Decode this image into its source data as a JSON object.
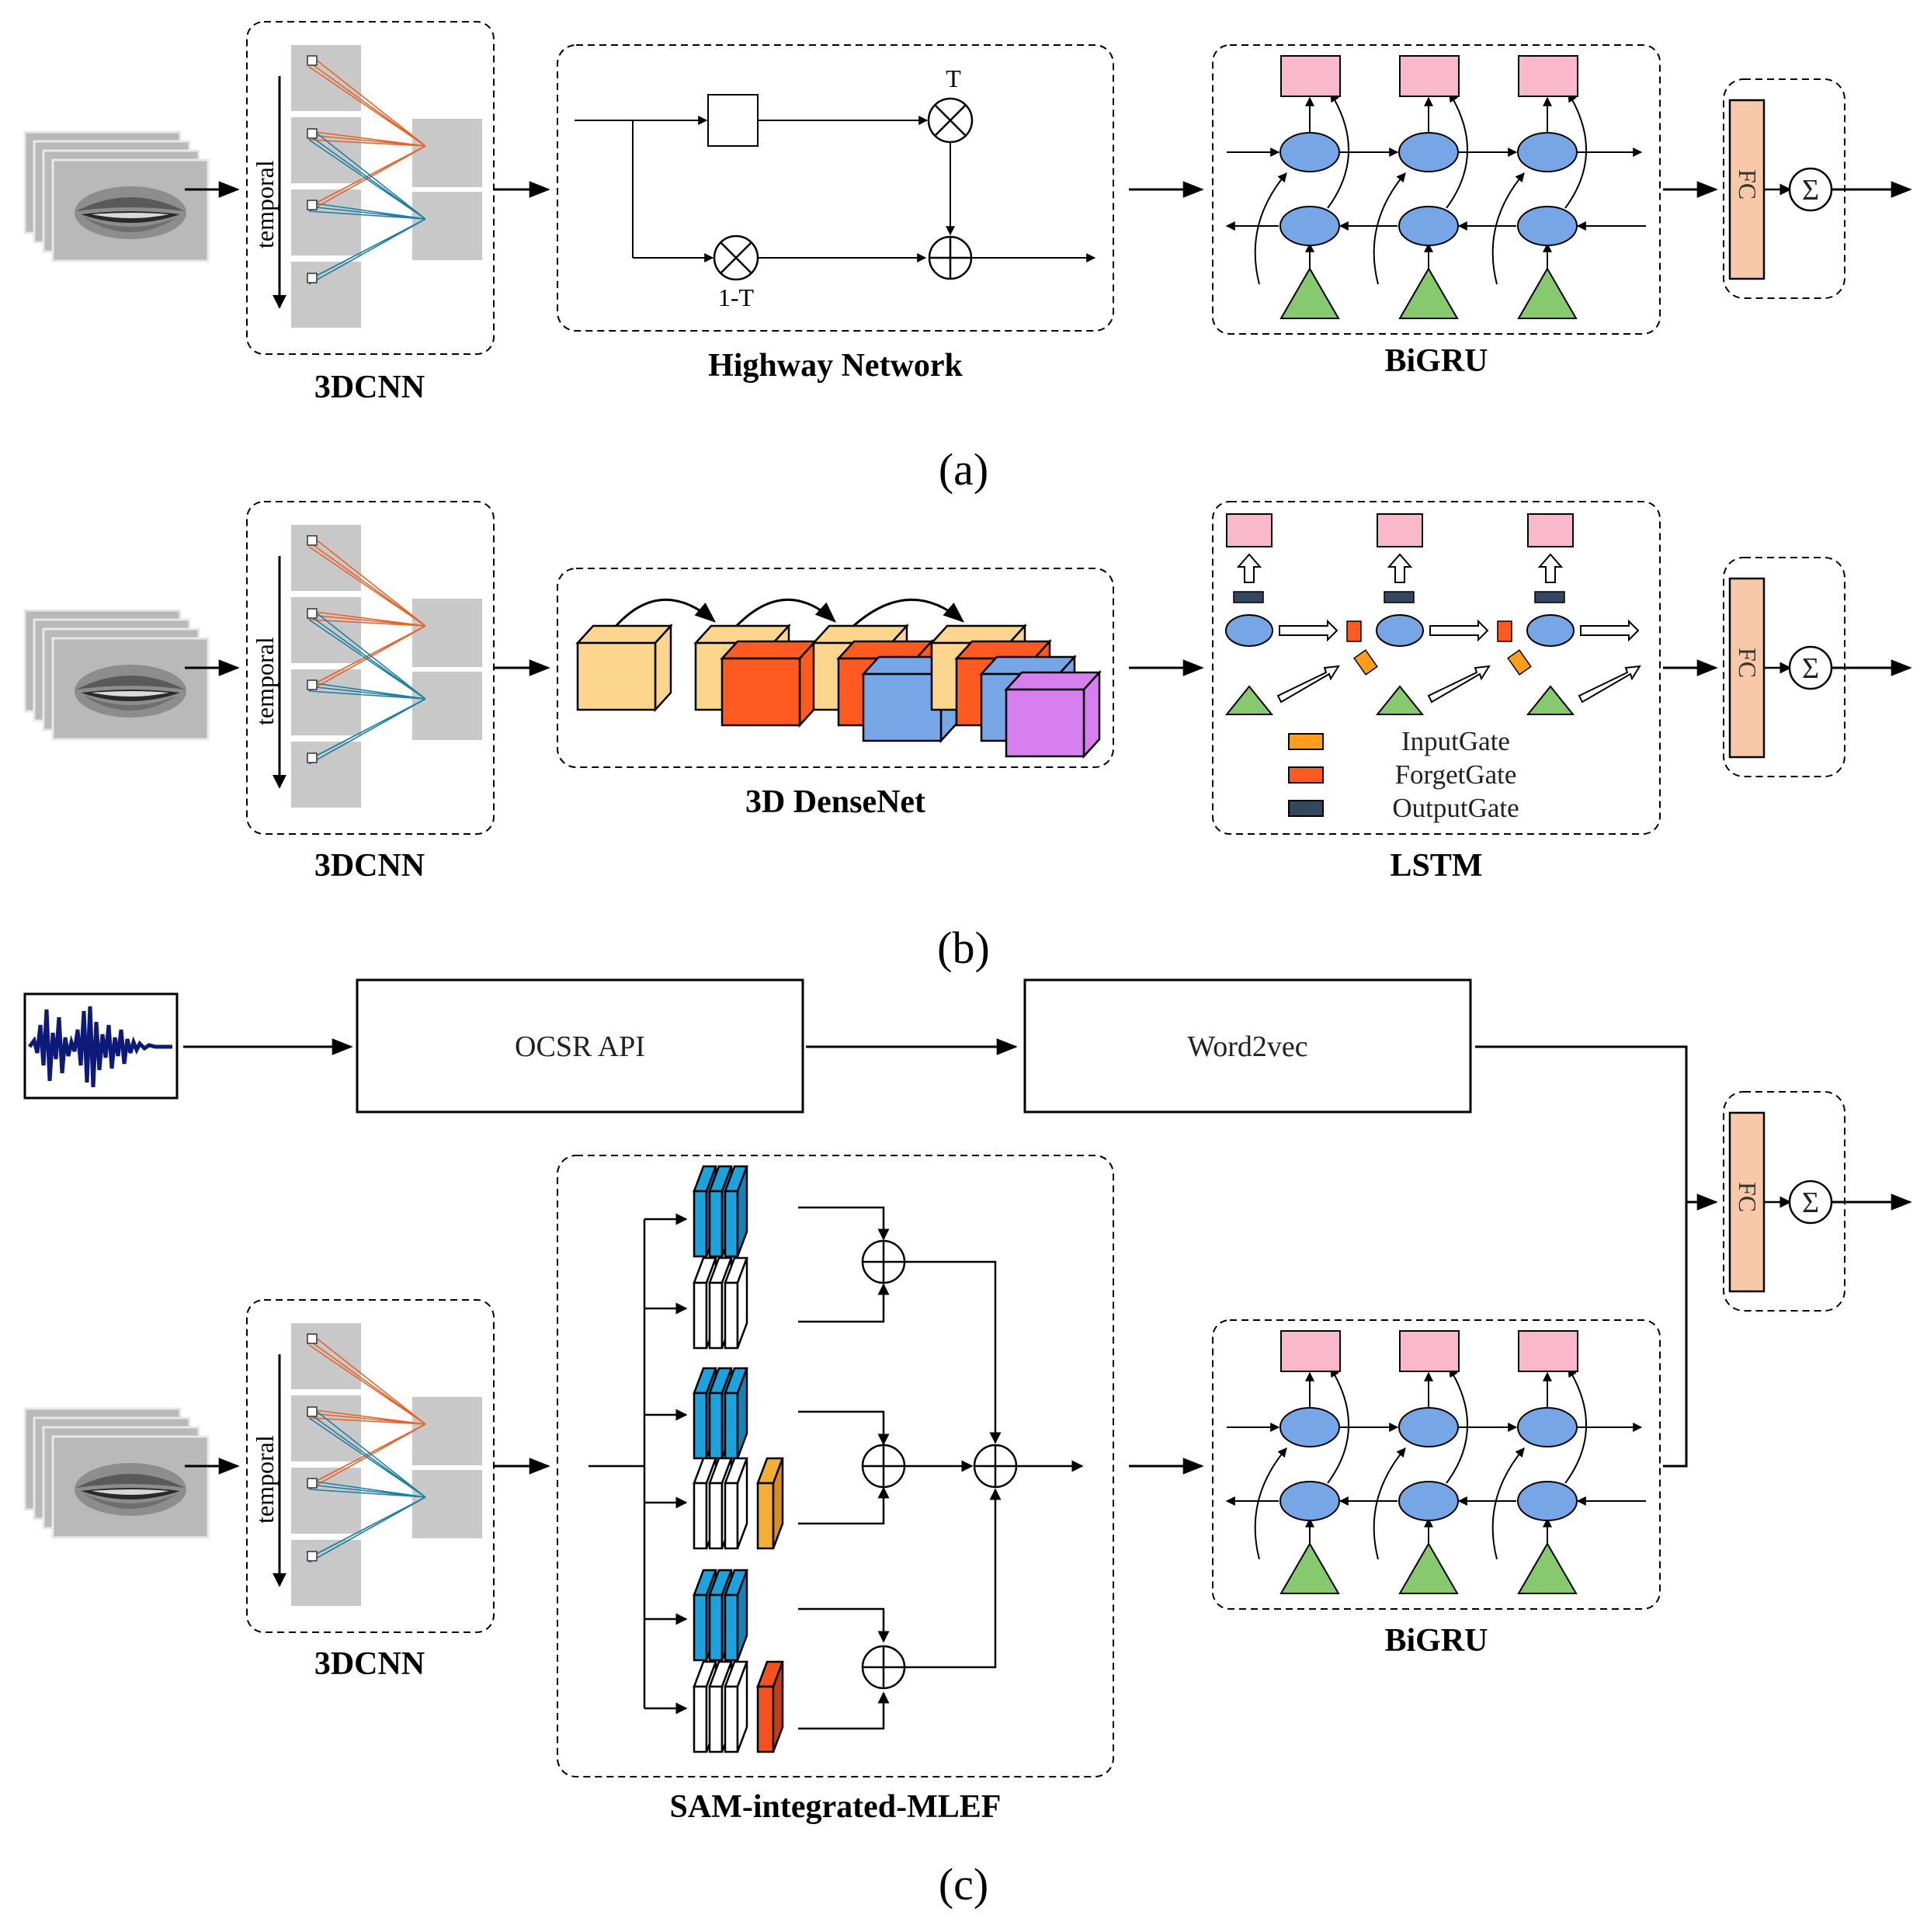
{
  "labels": {
    "cnn": "3DCNN",
    "temporal": "temporal",
    "highway": "Highway Network",
    "bigru": "BiGRU",
    "densenet": "3D DenseNet",
    "lstm": "LSTM",
    "mlef": "SAM-integrated-MLEF",
    "ocsr": "OCSR API",
    "word2vec": "Word2vec",
    "fc": "FC",
    "sum": "Σ",
    "gate_t": "T",
    "gate_1t": "1-T"
  },
  "panels": [
    "(a)",
    "(b)",
    "(c)"
  ],
  "legend": [
    {
      "label": "InputGate",
      "color": "#ff9e1b"
    },
    {
      "label": "ForgetGate",
      "color": "#ff5a1f"
    },
    {
      "label": "OutputGate",
      "color": "#34475f"
    }
  ],
  "colors": {
    "output_node": "#f9b8cc",
    "hidden_node": "#77a6e6",
    "input_node": "#86c96e",
    "fc_block": "#f8c9a8",
    "cnn_orange_lines": "#e8632a",
    "cnn_blue_lines": "#1f7fa3",
    "dense_yellow": "#fcd68c",
    "dense_orange": "#ff5a1f",
    "dense_blue": "#77a6e6",
    "dense_purple": "#d87ff0",
    "mlef_blue": "#1aa3dc",
    "mlef_yellow": "#f5ae35",
    "mlef_orange": "#f4511e",
    "waveform": "#0e1a7a"
  }
}
